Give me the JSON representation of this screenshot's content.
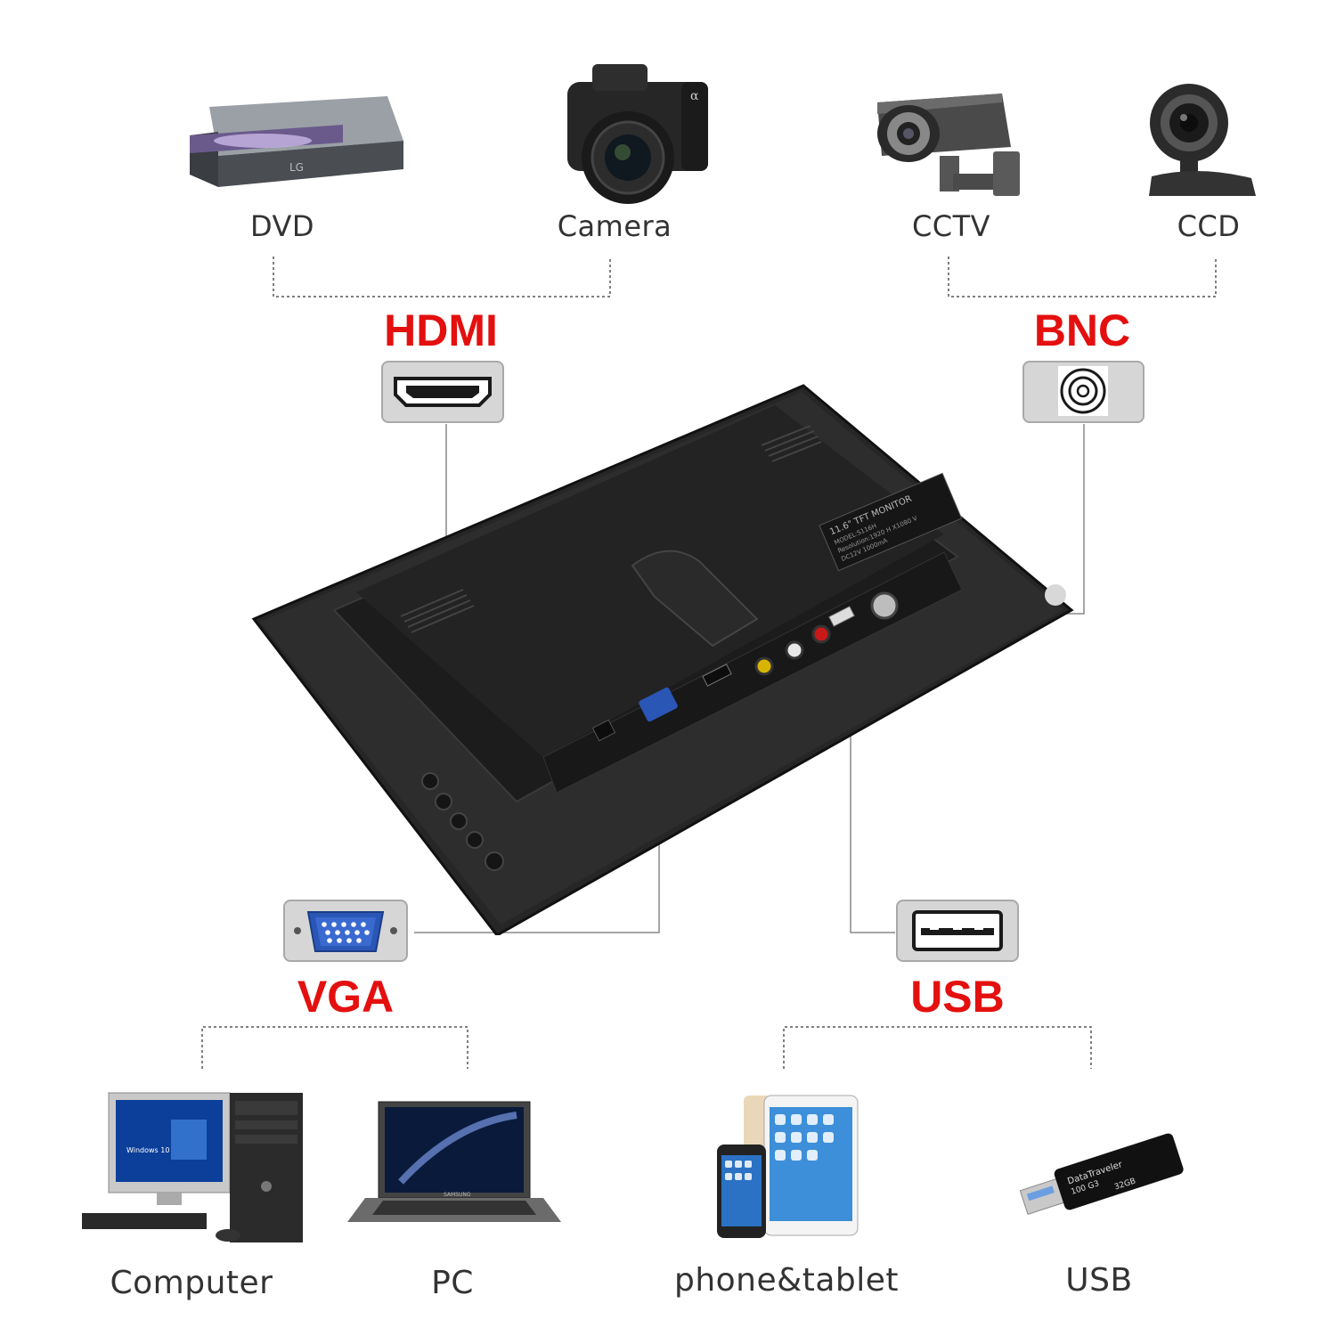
{
  "colors": {
    "accent": "#e3100f",
    "label": "#333333",
    "port_box": "#d6d6d6",
    "vga_blue": "#2a56b6"
  },
  "ports": {
    "hdmi": {
      "title": "HDMI",
      "icon": "hdmi-port-icon"
    },
    "bnc": {
      "title": "BNC",
      "icon": "bnc-port-icon"
    },
    "vga": {
      "title": "VGA",
      "icon": "vga-port-icon"
    },
    "usb": {
      "title": "USB",
      "icon": "usb-port-icon"
    }
  },
  "devices": {
    "dvd": "DVD",
    "camera": "Camera",
    "cctv": "CCTV",
    "ccd": "CCD",
    "computer": "Computer",
    "pc": "PC",
    "phone_tablet": "phone&tablet",
    "usb": "USB"
  },
  "monitor_sticker": {
    "line1": "11.6\" TFT MONITOR",
    "line2": "MODEL:S116H",
    "line3": "Resolution:1920 H X1080 V",
    "line4": "DC12V 1000mA"
  },
  "brand_text": {
    "dvd": "LG",
    "desktop_screen": "Windows 10",
    "laptop": "SAMSUNG",
    "usb_drive_1": "DataTraveler",
    "usb_drive_2": "100 G3",
    "usb_drive_3": "32GB"
  }
}
